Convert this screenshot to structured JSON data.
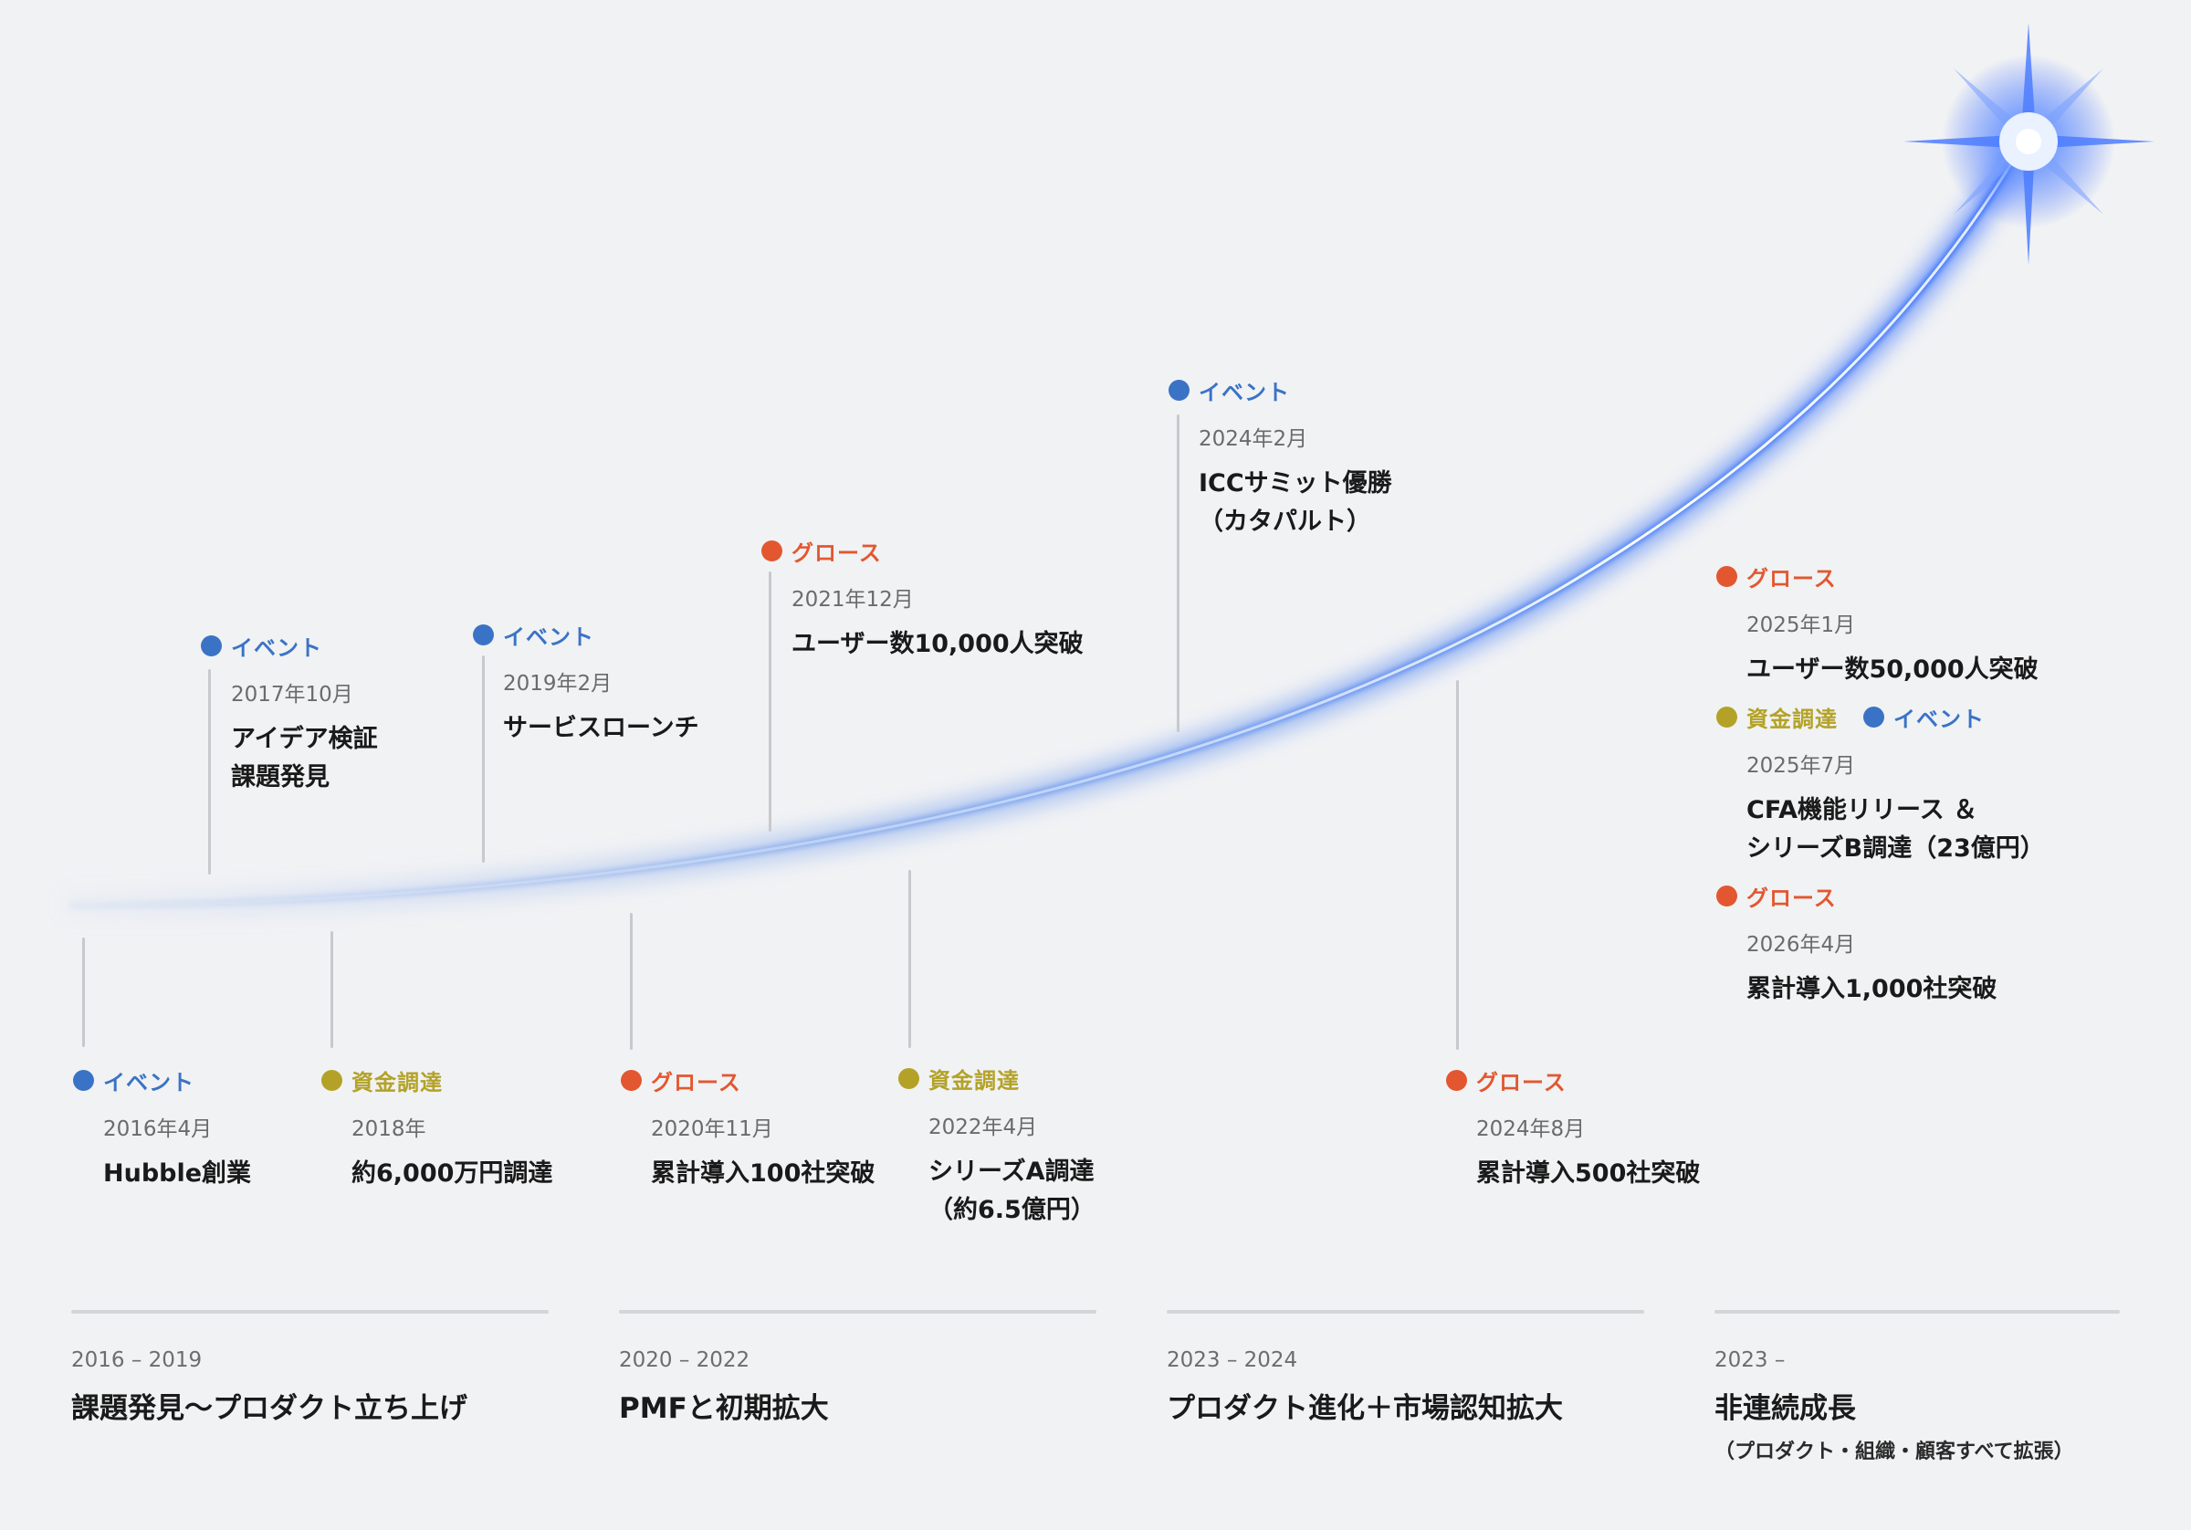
{
  "colors": {
    "イベント": "#3a73c6",
    "資金調達": "#b3a227",
    "グロース": "#e2572f",
    "stem": "#c8c9cc",
    "background": "#f1f2f4"
  },
  "events": [
    {
      "tags": [
        "イベント"
      ],
      "date": "2016年4月",
      "title": [
        "Hubble創業"
      ]
    },
    {
      "tags": [
        "イベント"
      ],
      "date": "2017年10月",
      "title": [
        "アイデア検証",
        "課題発見"
      ]
    },
    {
      "tags": [
        "資金調達"
      ],
      "date": "2018年",
      "title": [
        "約6,000万円調達"
      ]
    },
    {
      "tags": [
        "イベント"
      ],
      "date": "2019年2月",
      "title": [
        "サービスローンチ"
      ]
    },
    {
      "tags": [
        "グロース"
      ],
      "date": "2020年11月",
      "title": [
        "累計導入100社突破"
      ]
    },
    {
      "tags": [
        "グロース"
      ],
      "date": "2021年12月",
      "title": [
        "ユーザー数10,000人突破"
      ]
    },
    {
      "tags": [
        "資金調達"
      ],
      "date": "2022年4月",
      "title": [
        "シリーズA調達",
        "（約6.5億円）"
      ]
    },
    {
      "tags": [
        "イベント"
      ],
      "date": "2024年2月",
      "title": [
        "ICCサミット優勝",
        "（カタパルト）"
      ]
    },
    {
      "tags": [
        "グロース"
      ],
      "date": "2024年8月",
      "title": [
        "累計導入500社突破"
      ]
    },
    {
      "tags": [
        "グロース"
      ],
      "date": "2025年1月",
      "title": [
        "ユーザー数50,000人突破"
      ]
    },
    {
      "tags": [
        "資金調達",
        "イベント"
      ],
      "date": "2025年7月",
      "title": [
        "CFA機能リリース ＆",
        "シリーズB調達（23億円）"
      ]
    },
    {
      "tags": [
        "グロース"
      ],
      "date": "2026年4月",
      "title": [
        "累計導入1,000社突破"
      ]
    }
  ],
  "eras": [
    {
      "years": "2016 – 2019",
      "title": "課題発見〜プロダクト立ち上げ"
    },
    {
      "years": "2020 – 2022",
      "title": "PMFと初期拡大"
    },
    {
      "years": "2023 – 2024",
      "title": "プロダクト進化＋市場認知拡大"
    },
    {
      "years": "2023 –",
      "title": "非連続成長",
      "subtitle": "（プロダクト・組織・顧客すべて拡張）"
    }
  ]
}
